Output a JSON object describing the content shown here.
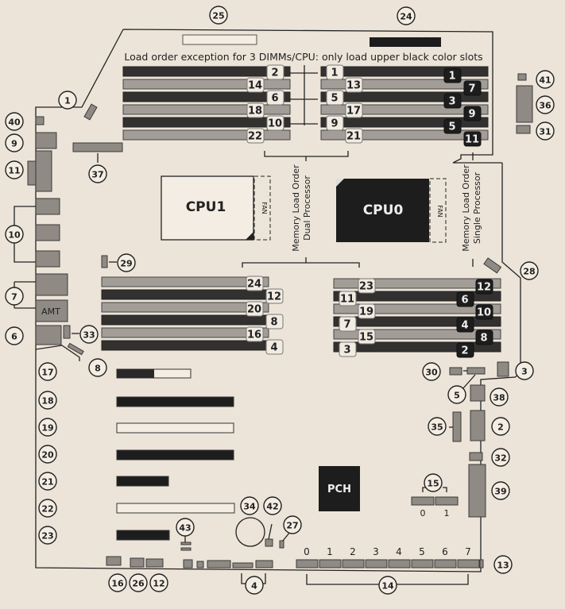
{
  "diagram": {
    "note": "Load order exception for 3 DIMMs/CPU:  only load upper black color slots",
    "cpu1_label": "CPU1",
    "cpu0_label": "CPU0",
    "fan_label": "FAN",
    "pch_label": "PCH",
    "amt_label": "AMT",
    "dual_processor_label_line1": "Memory  Load Order",
    "dual_processor_label_line2": "Dual Processor",
    "single_processor_label_line1": "Memory  Load Order",
    "single_processor_label_line2": "Single Processor",
    "sata_port_labels": [
      "0",
      "1",
      "2",
      "3",
      "4",
      "5",
      "6",
      "7"
    ],
    "m2_port_labels": [
      "0",
      "1"
    ],
    "upper_left_dimm_tags": [
      "2",
      "14",
      "6",
      "18",
      "10",
      "22"
    ],
    "upper_right_dimm_white_tags": [
      "1",
      "13",
      "5",
      "17",
      "9",
      "21"
    ],
    "upper_right_dimm_black_tags": [
      "1",
      "7",
      "3",
      "9",
      "5",
      "11"
    ],
    "lower_left_dimm_tags": [
      "24",
      "12",
      "20",
      "8",
      "16",
      "4"
    ],
    "lower_right_dimm_white_tags": [
      "23",
      "11",
      "19",
      "7",
      "15",
      "3"
    ],
    "lower_right_dimm_black_tags": [
      "12",
      "6",
      "10",
      "4",
      "8",
      "2"
    ],
    "callouts": [
      "1",
      "2",
      "3",
      "4",
      "5",
      "6",
      "7",
      "8",
      "9",
      "10",
      "11",
      "12",
      "13",
      "14",
      "15",
      "16",
      "17",
      "18",
      "19",
      "20",
      "21",
      "22",
      "23",
      "24",
      "25",
      "26",
      "27",
      "28",
      "29",
      "30",
      "31",
      "32",
      "33",
      "34",
      "35",
      "36",
      "37",
      "38",
      "39",
      "40",
      "41",
      "42",
      "43"
    ]
  }
}
